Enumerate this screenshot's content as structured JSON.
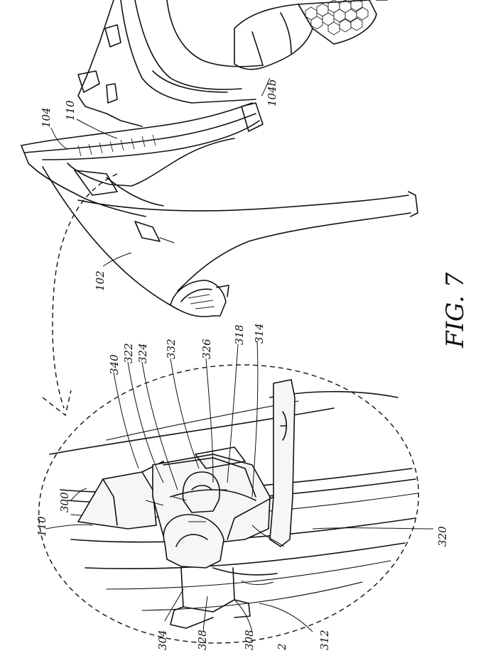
{
  "figure": {
    "title": "FIG. 7"
  },
  "reference_numerals": {
    "n102": "102",
    "n104": "104",
    "n104b": "104b",
    "n110_top": "110",
    "n110_detail": "110",
    "n300": "300",
    "n340": "340",
    "n322": "322",
    "n324": "324",
    "n332": "332",
    "n326": "326",
    "n318": "318",
    "n314": "314",
    "n320": "320",
    "n312": "312",
    "n308": "308",
    "n304": "304",
    "n328": "328",
    "n2": "2"
  }
}
